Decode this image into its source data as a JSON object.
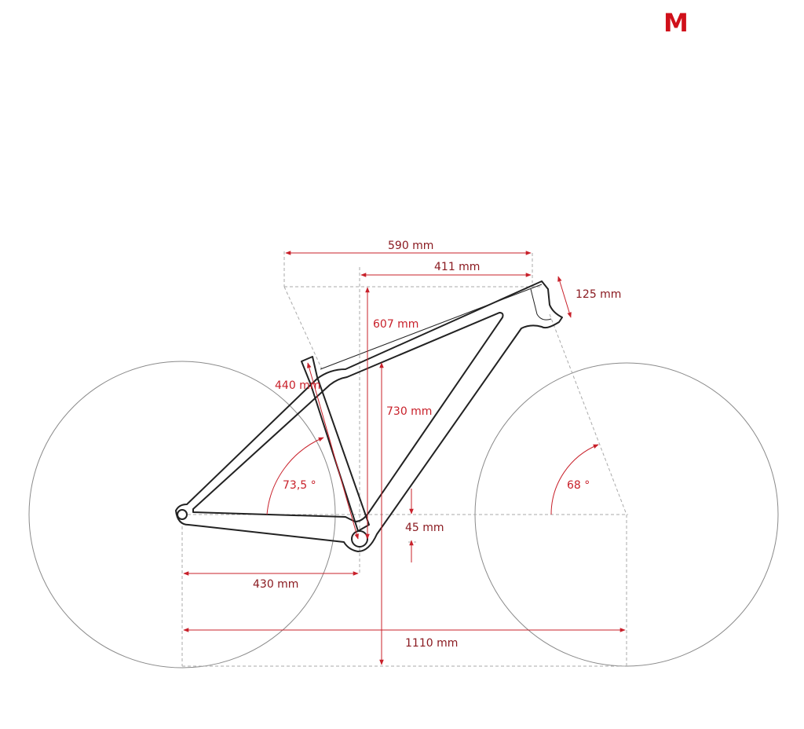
{
  "size": "M",
  "colors": {
    "accent": "#d0101a",
    "dimension": "#c8202a",
    "frame": "#222222",
    "wheel": "#888888",
    "guide": "#aaaaaa"
  },
  "dimensions": {
    "reach_total": "590 mm",
    "top_reach": "411 mm",
    "head_tube": "125 mm",
    "stack": "607 mm",
    "seat_tube": "440 mm",
    "seat_height": "730 mm",
    "seat_angle": "73,5 °",
    "head_angle": "68 °",
    "bb_drop": "45 mm",
    "chainstay": "430 mm",
    "wheelbase": "1110 mm"
  }
}
